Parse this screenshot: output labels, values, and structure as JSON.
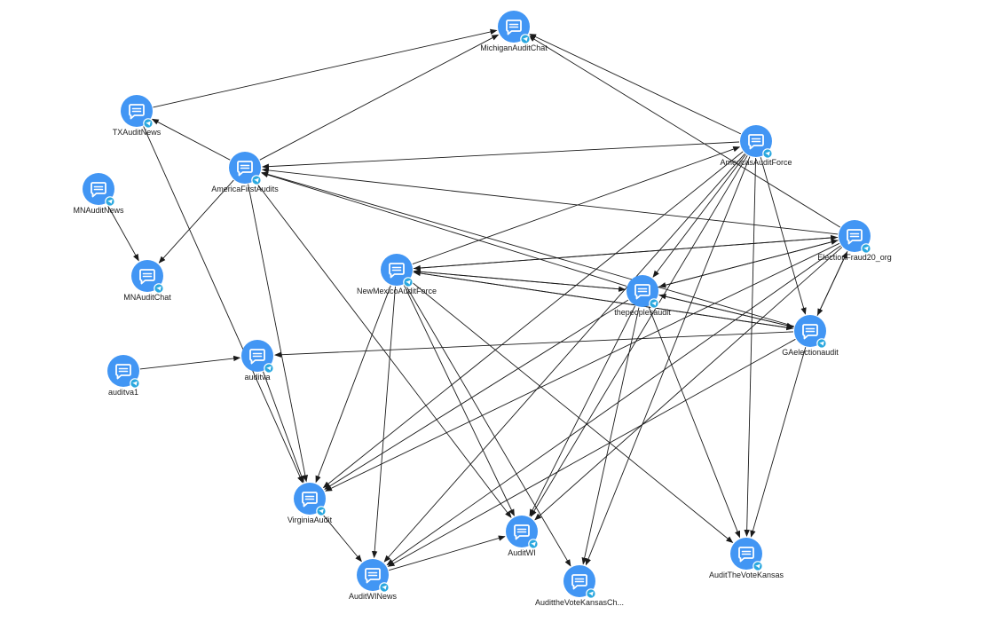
{
  "graph": {
    "colors": {
      "node": "#4296f4",
      "node_icon": "#ffffff",
      "badge": "#2aa8df",
      "edge": "#1a1a1a"
    },
    "nodes": [
      {
        "id": "MichiganAuditChat",
        "label": "MichiganAuditChat",
        "icon": "chat-bubble-icon",
        "badge": "telegram-icon"
      },
      {
        "id": "TXAuditNews",
        "label": "TXAuditNews",
        "icon": "chat-bubble-icon",
        "badge": "telegram-icon"
      },
      {
        "id": "AmericaFirstAudits",
        "label": "AmericaFirstAudits",
        "icon": "chat-bubble-icon",
        "badge": "telegram-icon"
      },
      {
        "id": "MNAuditNews",
        "label": "MNAuditNews",
        "icon": "chat-bubble-icon",
        "badge": "telegram-icon"
      },
      {
        "id": "MNAuditChat",
        "label": "MNAuditChat",
        "icon": "chat-bubble-icon",
        "badge": "telegram-icon"
      },
      {
        "id": "AmericasAuditForce",
        "label": "AmericasAuditForce",
        "icon": "chat-bubble-icon",
        "badge": "telegram-icon"
      },
      {
        "id": "ElectionFraud20_org",
        "label": "ElectionFraud20_org",
        "icon": "chat-bubble-icon",
        "badge": "telegram-icon"
      },
      {
        "id": "NewMexicoAuditForce",
        "label": "NewMexicoAuditForce",
        "icon": "chat-bubble-icon",
        "badge": "telegram-icon"
      },
      {
        "id": "thepeoplesaudit",
        "label": "thepeoplesaudit",
        "icon": "chat-bubble-icon",
        "badge": "telegram-icon"
      },
      {
        "id": "GAelectionaudit",
        "label": "GAelectionaudit",
        "icon": "chat-bubble-icon",
        "badge": "telegram-icon"
      },
      {
        "id": "auditva1",
        "label": "auditva1",
        "icon": "chat-bubble-icon",
        "badge": "telegram-icon"
      },
      {
        "id": "auditva",
        "label": "auditva",
        "icon": "chat-bubble-icon",
        "badge": "telegram-icon"
      },
      {
        "id": "VirginiaAudit",
        "label": "VirginiaAudit",
        "icon": "chat-bubble-icon",
        "badge": "telegram-icon"
      },
      {
        "id": "AuditWI",
        "label": "AuditWI",
        "icon": "chat-bubble-icon",
        "badge": "telegram-icon"
      },
      {
        "id": "AuditTheVoteKansas",
        "label": "AuditTheVoteKansas",
        "icon": "chat-bubble-icon",
        "badge": "telegram-icon"
      },
      {
        "id": "AuditWINews",
        "label": "AuditWINews",
        "icon": "chat-bubble-icon",
        "badge": "telegram-icon"
      },
      {
        "id": "AudittheVoteKansasCh",
        "label": "AudittheVoteKansasCh...",
        "icon": "chat-bubble-icon",
        "badge": "telegram-icon"
      }
    ],
    "edges": [
      [
        "TXAuditNews",
        "MichiganAuditChat"
      ],
      [
        "AmericaFirstAudits",
        "MichiganAuditChat"
      ],
      [
        "AmericaFirstAudits",
        "TXAuditNews"
      ],
      [
        "AmericaFirstAudits",
        "MNAuditChat"
      ],
      [
        "AmericaFirstAudits",
        "VirginiaAudit"
      ],
      [
        "AmericaFirstAudits",
        "AuditWI"
      ],
      [
        "AmericasAuditForce",
        "AmericaFirstAudits"
      ],
      [
        "AmericasAuditForce",
        "MichiganAuditChat"
      ],
      [
        "AmericasAuditForce",
        "thepeoplesaudit"
      ],
      [
        "AmericasAuditForce",
        "GAelectionaudit"
      ],
      [
        "AmericasAuditForce",
        "VirginiaAudit"
      ],
      [
        "AmericasAuditForce",
        "AuditWINews"
      ],
      [
        "AmericasAuditForce",
        "AuditWI"
      ],
      [
        "AmericasAuditForce",
        "AudittheVoteKansasCh"
      ],
      [
        "AmericasAuditForce",
        "AuditTheVoteKansas"
      ],
      [
        "ElectionFraud20_org",
        "AmericaFirstAudits"
      ],
      [
        "ElectionFraud20_org",
        "MichiganAuditChat"
      ],
      [
        "ElectionFraud20_org",
        "NewMexicoAuditForce"
      ],
      [
        "ElectionFraud20_org",
        "thepeoplesaudit"
      ],
      [
        "ElectionFraud20_org",
        "GAelectionaudit"
      ],
      [
        "ElectionFraud20_org",
        "VirginiaAudit"
      ],
      [
        "ElectionFraud20_org",
        "AuditWINews"
      ],
      [
        "ElectionFraud20_org",
        "AuditWI"
      ],
      [
        "MNAuditNews",
        "MNAuditChat"
      ],
      [
        "NewMexicoAuditForce",
        "AmericasAuditForce"
      ],
      [
        "NewMexicoAuditForce",
        "thepeoplesaudit"
      ],
      [
        "NewMexicoAuditForce",
        "GAelectionaudit"
      ],
      [
        "NewMexicoAuditForce",
        "ElectionFraud20_org"
      ],
      [
        "NewMexicoAuditForce",
        "VirginiaAudit"
      ],
      [
        "NewMexicoAuditForce",
        "AuditWINews"
      ],
      [
        "NewMexicoAuditForce",
        "AuditWI"
      ],
      [
        "NewMexicoAuditForce",
        "AudittheVoteKansasCh"
      ],
      [
        "NewMexicoAuditForce",
        "AuditTheVoteKansas"
      ],
      [
        "thepeoplesaudit",
        "AmericaFirstAudits"
      ],
      [
        "thepeoplesaudit",
        "NewMexicoAuditForce"
      ],
      [
        "thepeoplesaudit",
        "GAelectionaudit"
      ],
      [
        "thepeoplesaudit",
        "ElectionFraud20_org"
      ],
      [
        "thepeoplesaudit",
        "VirginiaAudit"
      ],
      [
        "thepeoplesaudit",
        "AuditWI"
      ],
      [
        "thepeoplesaudit",
        "AudittheVoteKansasCh"
      ],
      [
        "thepeoplesaudit",
        "AuditTheVoteKansas"
      ],
      [
        "GAelectionaudit",
        "AmericaFirstAudits"
      ],
      [
        "GAelectionaudit",
        "NewMexicoAuditForce"
      ],
      [
        "GAelectionaudit",
        "thepeoplesaudit"
      ],
      [
        "GAelectionaudit",
        "ElectionFraud20_org"
      ],
      [
        "GAelectionaudit",
        "auditva"
      ],
      [
        "GAelectionaudit",
        "AuditWINews"
      ],
      [
        "GAelectionaudit",
        "AuditTheVoteKansas"
      ],
      [
        "auditva1",
        "auditva"
      ],
      [
        "auditva",
        "VirginiaAudit"
      ],
      [
        "TXAuditNews",
        "VirginiaAudit"
      ],
      [
        "VirginiaAudit",
        "AuditWINews"
      ],
      [
        "AuditWINews",
        "AuditWI"
      ]
    ]
  }
}
